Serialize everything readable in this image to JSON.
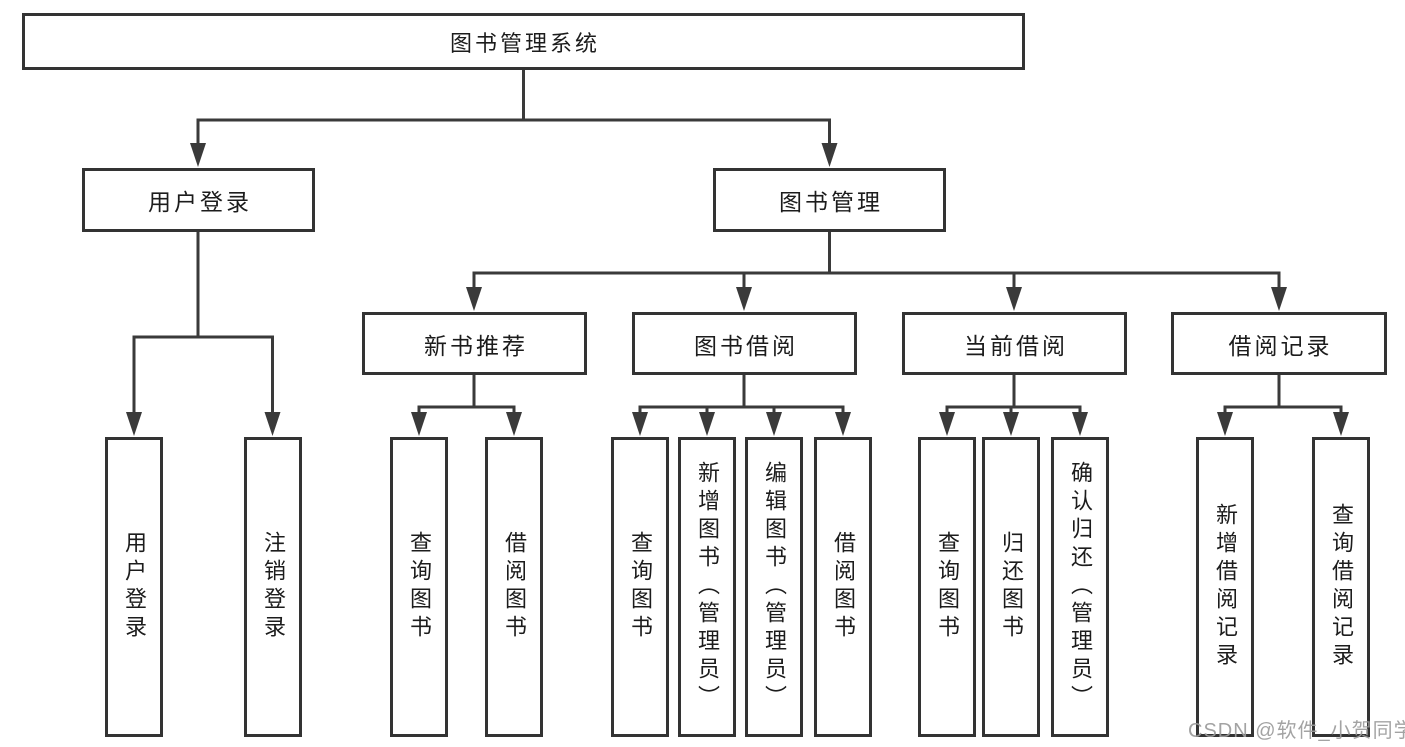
{
  "tree": {
    "label": "图书管理系统",
    "children": [
      {
        "label": "用户登录",
        "children": [
          {
            "label": "用户登录"
          },
          {
            "label": "注销登录"
          }
        ]
      },
      {
        "label": "图书管理",
        "children": [
          {
            "label": "新书推荐",
            "children": [
              {
                "label": "查询图书"
              },
              {
                "label": "借阅图书"
              }
            ]
          },
          {
            "label": "图书借阅",
            "children": [
              {
                "label": "查询图书"
              },
              {
                "label": "新增图书（管理员）"
              },
              {
                "label": "编辑图书（管理员）"
              },
              {
                "label": "借阅图书"
              }
            ]
          },
          {
            "label": "当前借阅",
            "children": [
              {
                "label": "查询图书"
              },
              {
                "label": "归还图书"
              },
              {
                "label": "确认归还（管理员）"
              }
            ]
          },
          {
            "label": "借阅记录",
            "children": [
              {
                "label": "新增借阅记录"
              },
              {
                "label": "查询借阅记录"
              }
            ]
          }
        ]
      }
    ]
  },
  "watermark": {
    "text": "CSDN @软件_小贺同学"
  },
  "colors": {
    "line": "#3a3a3a",
    "box_border": "#333333",
    "text": "#1c1c1c",
    "background": "#ffffff",
    "watermark": "#9b9b9b"
  }
}
